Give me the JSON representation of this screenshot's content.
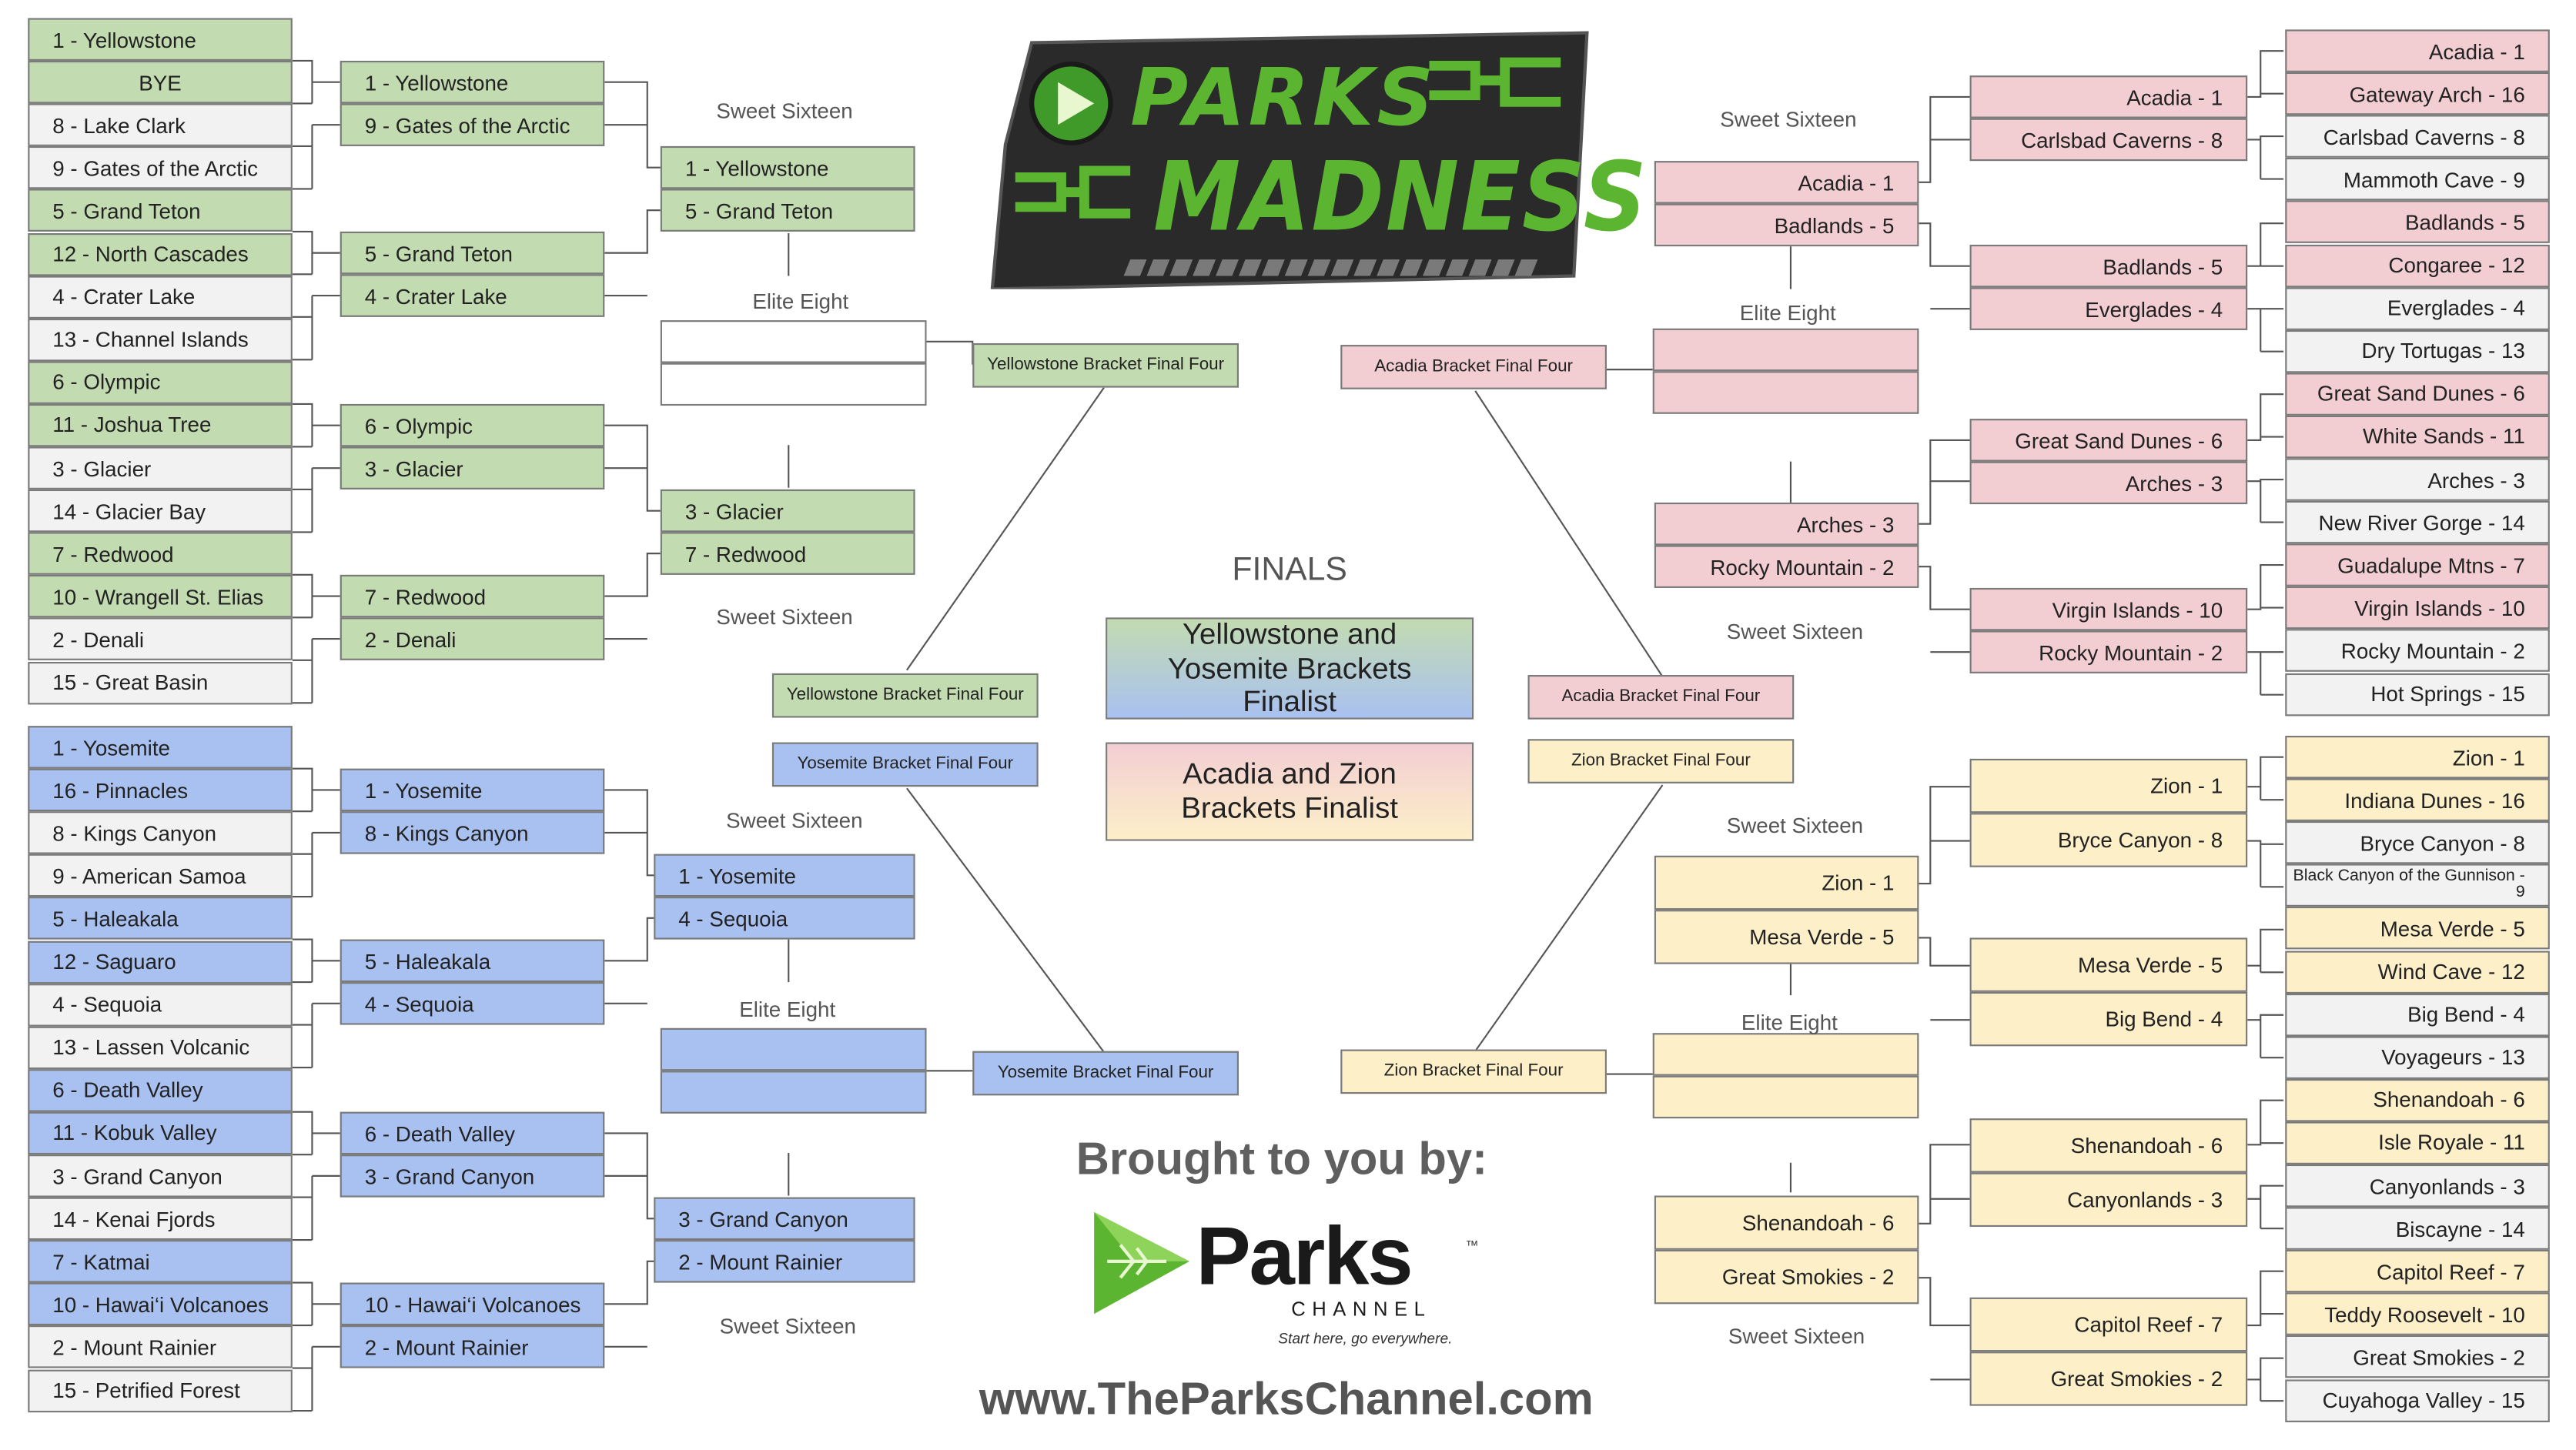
{
  "logo_top": {
    "line1": "PARKS",
    "line2": "MADNESS"
  },
  "finals": {
    "title": "FINALS",
    "north": "Yellowstone and Yosemite Brackets Finalist",
    "south": "Acadia and Zion Brackets Finalist"
  },
  "sponsor": {
    "brought": "Brought to you by:",
    "brand": "Parks",
    "channel": "CHANNEL",
    "tm": "™",
    "tagline": "Start here, go everywhere.",
    "url": "www.TheParksChannel.com"
  },
  "round_labels": {
    "sweet": "Sweet Sixteen",
    "elite": "Elite Eight"
  },
  "final_four": {
    "yellowstone": "Yellowstone Bracket Final Four",
    "yosemite": "Yosemite Bracket Final Four",
    "acadia": "Acadia Bracket Final Four",
    "zion": "Zion Bracket Final Four"
  },
  "yellowstone": {
    "r64": [
      "1 - Yellowstone",
      "BYE",
      "8 - Lake Clark",
      "9 - Gates of the Arctic",
      "5 - Grand Teton",
      "12 - North Cascades",
      "4 - Crater Lake",
      "13 - Channel Islands",
      "6 - Olympic",
      "11 - Joshua Tree",
      "3 - Glacier",
      "14 - Glacier Bay",
      "7 - Redwood",
      "10 - Wrangell St. Elias",
      "2 - Denali",
      "15 - Great Basin"
    ],
    "r32": [
      "1 - Yellowstone",
      "9 - Gates of the Arctic",
      "5 - Grand Teton",
      "4 - Crater Lake",
      "6 - Olympic",
      "3 - Glacier",
      "7 - Redwood",
      "2 - Denali"
    ],
    "s16": [
      "1 - Yellowstone",
      "5 - Grand Teton",
      "3 - Glacier",
      "7 - Redwood"
    ],
    "e8": [
      "",
      ""
    ]
  },
  "yosemite": {
    "r64": [
      "1 - Yosemite",
      "16 - Pinnacles",
      "8 - Kings Canyon",
      "9 - American Samoa",
      "5 - Haleakala",
      "12 - Saguaro",
      "4 - Sequoia",
      "13 - Lassen Volcanic",
      "6 - Death Valley",
      "11 - Kobuk Valley",
      "3 - Grand Canyon",
      "14 - Kenai Fjords",
      "7 - Katmai",
      "10 - Hawai‘i Volcanoes",
      "2 - Mount Rainier",
      "15 - Petrified Forest"
    ],
    "r32": [
      "1 - Yosemite",
      "8 - Kings Canyon",
      "5 - Haleakala",
      "4 - Sequoia",
      "6 - Death Valley",
      "3 - Grand Canyon",
      "10 - Hawai‘i Volcanoes",
      "2 - Mount Rainier"
    ],
    "s16": [
      "1 - Yosemite",
      "4 - Sequoia",
      "3 - Grand Canyon",
      "2 - Mount Rainier"
    ],
    "e8": [
      "",
      ""
    ]
  },
  "acadia": {
    "r64": [
      "Acadia - 1",
      "Gateway Arch - 16",
      "Carlsbad Caverns - 8",
      "Mammoth Cave - 9",
      "Badlands - 5",
      "Congaree - 12",
      "Everglades - 4",
      "Dry Tortugas - 13",
      "Great Sand Dunes - 6",
      "White Sands - 11",
      "Arches - 3",
      "New River Gorge - 14",
      "Guadalupe Mtns - 7",
      "Virgin Islands - 10",
      "Rocky Mountain - 2",
      "Hot Springs - 15"
    ],
    "r32": [
      "Acadia - 1",
      "Carlsbad Caverns - 8",
      "Badlands - 5",
      "Everglades - 4",
      "Great Sand Dunes - 6",
      "Arches - 3",
      "Virgin Islands - 10",
      "Rocky Mountain - 2"
    ],
    "s16": [
      "Acadia - 1",
      "Badlands - 5",
      "Arches - 3",
      "Rocky Mountain - 2"
    ],
    "e8": [
      "",
      ""
    ]
  },
  "zion": {
    "r64": [
      "Zion - 1",
      "Indiana Dunes - 16",
      "Bryce Canyon - 8",
      "Black Canyon of the Gunnison - 9",
      "Mesa Verde - 5",
      "Wind Cave - 12",
      "Big Bend - 4",
      "Voyageurs - 13",
      "Shenandoah - 6",
      "Isle Royale - 11",
      "Canyonlands  - 3",
      "Biscayne - 14",
      "Capitol Reef - 7",
      "Teddy Roosevelt - 10",
      "Great Smokies - 2",
      "Cuyahoga Valley - 15"
    ],
    "r32": [
      "Zion - 1",
      "Bryce Canyon - 8",
      "Mesa Verde - 5",
      "Big Bend - 4",
      "Shenandoah - 6",
      "Canyonlands - 3",
      "Capitol Reef - 7",
      "Great Smokies - 2"
    ],
    "s16": [
      "Zion - 1",
      "Mesa Verde - 5",
      "Shenandoah - 6",
      "Great Smokies - 2"
    ],
    "e8": [
      "",
      ""
    ]
  },
  "colors": {
    "yellowstone": "#c3dbb1",
    "yosemite": "#a9c1f0",
    "acadia": "#f2ced3",
    "zion": "#fdefc8",
    "unseeded": "#f2f2f2",
    "logo_green": "#5bb531",
    "logo_dark": "#2a2a2a"
  }
}
